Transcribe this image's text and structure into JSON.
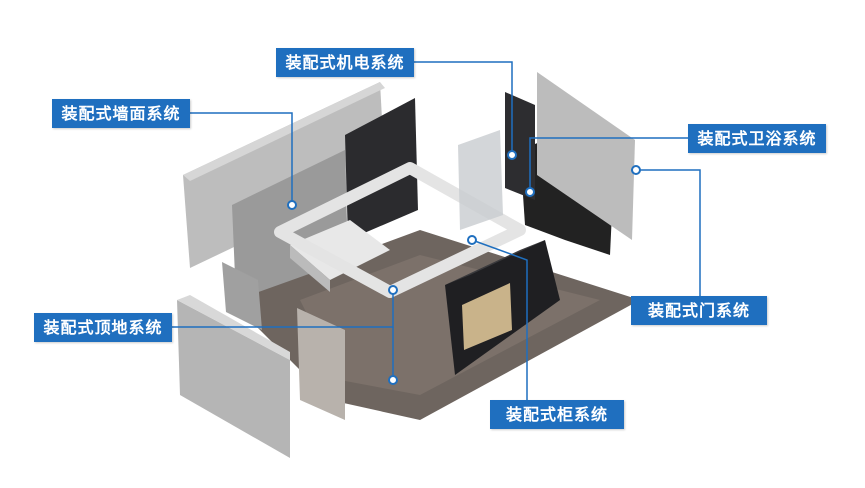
{
  "labels": {
    "mep": "装配式机电系统",
    "wall": "装配式墙面系统",
    "bathroom": "装配式卫浴系统",
    "door": "装配式门系统",
    "ceiling_floor": "装配式顶地系统",
    "cabinet": "装配式柜系统"
  },
  "colors": {
    "label_bg": "#1f6fbf",
    "leader_line": "#1f6fbf"
  }
}
